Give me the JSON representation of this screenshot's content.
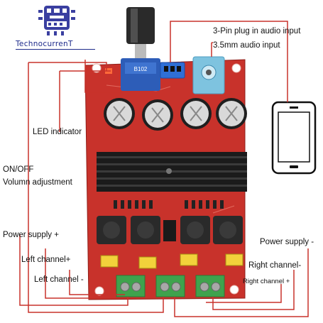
{
  "brand": {
    "name": "TechnocurrenT"
  },
  "labels": {
    "pin3_plug": "3-Pin plug in audio input",
    "aux_35mm": "3.5mm audio input",
    "led_indicator": "LED indicator",
    "on_off": "ON/OFF",
    "volume_adjustment": "Volumn adjustment",
    "power_plus": "Power supply +",
    "power_minus": "Power supply -",
    "left_channel_plus": "Left channel+",
    "left_channel_minus": "Left channel -",
    "right_channel_minus": "Right channel-",
    "right_channel_plus": "Right channel +"
  },
  "board": {
    "pot_marking": "B102",
    "colors": {
      "pcb": "#c8322b",
      "heatsink": "#1b1b1b",
      "terminal": "#3fa34d",
      "connector": "#2f6fd6",
      "jack": "#7ec3df"
    }
  },
  "icons": [
    "logo-icon",
    "smartphone-icon"
  ]
}
